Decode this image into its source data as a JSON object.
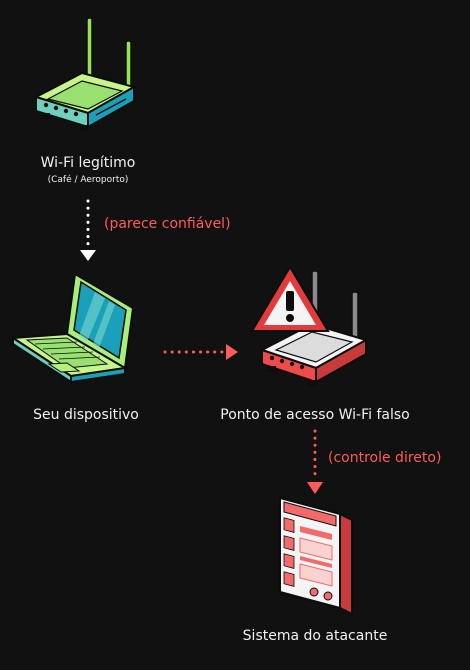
{
  "nodes": {
    "legit_wifi": {
      "label": "Wi-Fi legítimo",
      "sublabel": "(Café / Aeroporto)"
    },
    "device": {
      "label": "Seu dispositivo"
    },
    "fake_ap": {
      "label": "Ponto de acesso Wi-Fi falso"
    },
    "attacker": {
      "label": "Sistema do atacante"
    }
  },
  "edges": {
    "legit_to_device": {
      "label": "(parece confiável)"
    },
    "fake_to_attacker": {
      "label": "(controle direto)"
    }
  },
  "colors": {
    "background": "#111111",
    "text": "#f2f2f2",
    "annotation": "#ff5a5a",
    "legit_arrow": "#ffffff",
    "attack_arrow": "#ff5a5a",
    "router_green": "#b6f07a",
    "router_teal": "#1aa0b8",
    "laptop_green": "#a8f07a",
    "laptop_teal": "#1aa0b8",
    "fake_router_red": "#ef4b4b",
    "warning_red": "#e23b3b",
    "attacker_red": "#f26a6a"
  }
}
